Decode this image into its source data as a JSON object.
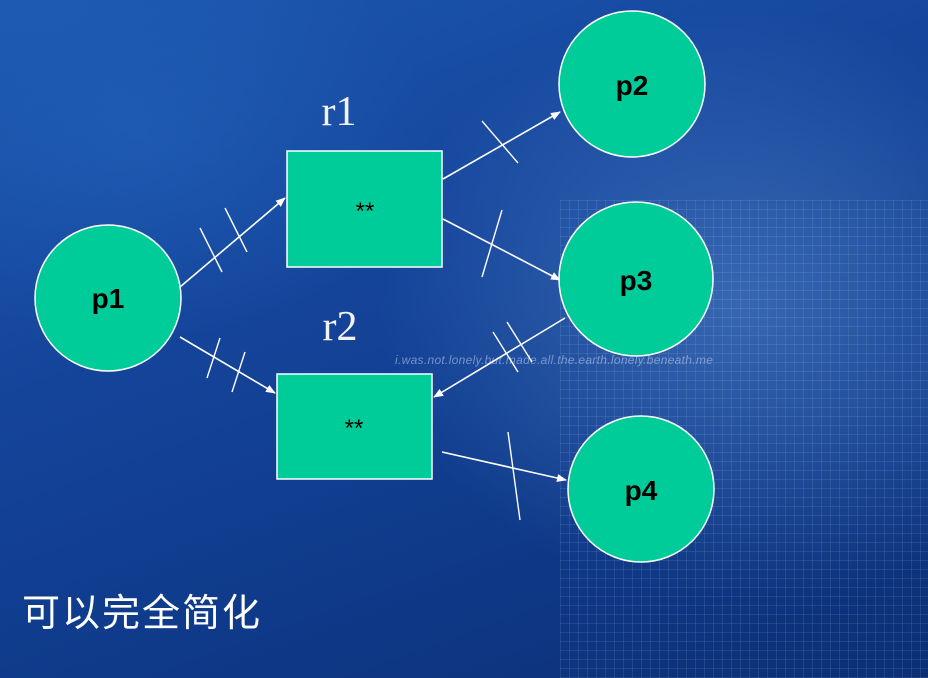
{
  "diagram": {
    "places": [
      {
        "id": "p1",
        "label": "p1"
      },
      {
        "id": "p2",
        "label": "p2"
      },
      {
        "id": "p3",
        "label": "p3"
      },
      {
        "id": "p4",
        "label": "p4"
      }
    ],
    "transitions": [
      {
        "id": "r1",
        "name": "r1",
        "label": "**"
      },
      {
        "id": "r2",
        "name": "r2",
        "label": "**"
      }
    ],
    "arcs": [
      {
        "from": "p1",
        "to": "r1",
        "marks": 2
      },
      {
        "from": "p1",
        "to": "r2",
        "marks": 2
      },
      {
        "from": "r1",
        "to": "p2",
        "marks": 1
      },
      {
        "from": "r1",
        "to": "p3",
        "marks": 1
      },
      {
        "from": "p3",
        "to": "r2",
        "marks": 2
      },
      {
        "from": "r2",
        "to": "p4",
        "marks": 1
      }
    ],
    "colors": {
      "node_fill": "#00cc99",
      "node_stroke": "#ffffff",
      "arc": "#ffffff",
      "background": "#1a4a98"
    }
  },
  "background_text": "i.was.not.lonely.but.made.all.the.earth.lonely.beneath.me",
  "caption": "可以完全简化"
}
